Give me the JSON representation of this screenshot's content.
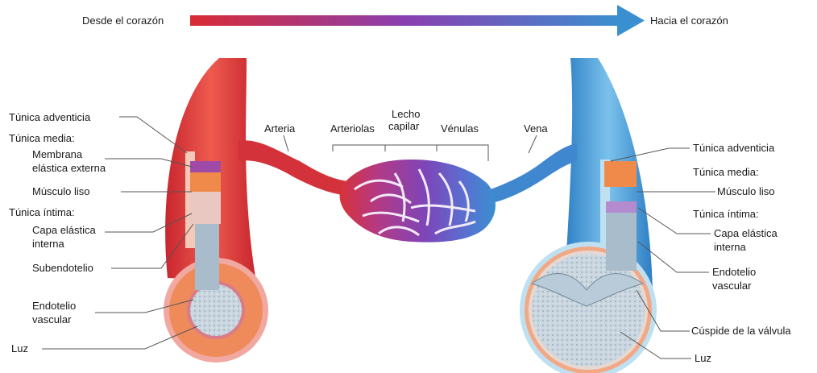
{
  "flow": {
    "from_label": "Desde el corazón",
    "to_label": "Hacia el corazón",
    "start_color": "#d92b35",
    "mid_color": "#8a3fb0",
    "end_color": "#3a8fd0"
  },
  "vessels": {
    "artery_label": "Arteria",
    "arterioles_label": "Arteriolas",
    "capillary_bed_label_line1": "Lecho",
    "capillary_bed_label_line2": "capilar",
    "venules_label": "Vénulas",
    "vein_label": "Vena"
  },
  "artery_layers": {
    "tunica_adventitia": "Túnica adventicia",
    "tunica_media": "Túnica media:",
    "external_elastic_line1": "Membrana",
    "external_elastic_line2": "elástica externa",
    "smooth_muscle": "Músculo liso",
    "tunica_intima": "Túnica íntima:",
    "internal_elastic_line1": "Capa elástica",
    "internal_elastic_line2": "interna",
    "subendothelium": "Subendotelio",
    "endothelium_line1": "Endotelio",
    "endothelium_line2": "vascular",
    "lumen": "Luz"
  },
  "vein_layers": {
    "tunica_adventitia": "Túnica adventicia",
    "tunica_media": "Túnica media:",
    "smooth_muscle": "Músculo liso",
    "tunica_intima": "Túnica íntima:",
    "internal_elastic_line1": "Capa elástica",
    "internal_elastic_line2": "interna",
    "endothelium_line1": "Endotelio",
    "endothelium_line2": "vascular",
    "valve_cusp": "Cúspide de la válvula",
    "lumen": "Luz"
  }
}
